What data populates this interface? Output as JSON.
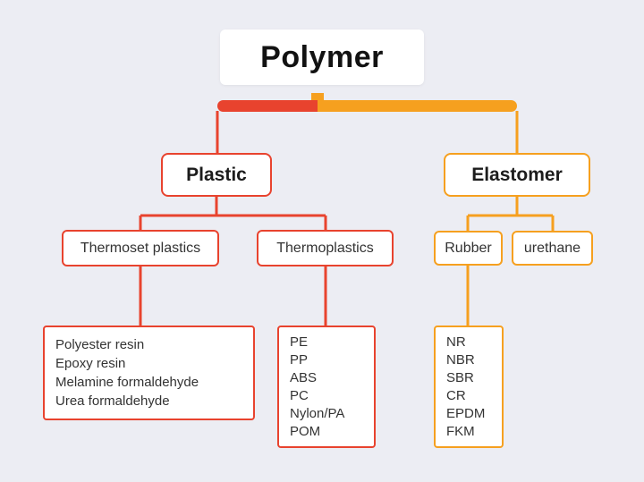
{
  "title": "Polymer",
  "colors": {
    "red": "#e8432e",
    "orange": "#f6a01f",
    "background": "#ecedf3",
    "box_bg": "#ffffff",
    "text": "#2f2f2f"
  },
  "nodes": {
    "plastic": "Plastic",
    "elastomer": "Elastomer",
    "thermoset": "Thermoset plastics",
    "thermoplastics": "Thermoplastics",
    "rubber": "Rubber",
    "urethane": "urethane"
  },
  "lists": {
    "thermoset": [
      "Polyester resin",
      "Epoxy resin",
      "Melamine formaldehyde",
      "Urea formaldehyde"
    ],
    "thermoplastics": [
      "PE",
      "PP",
      "ABS",
      "PC",
      "Nylon/PA",
      "POM"
    ],
    "rubber": [
      "NR",
      "NBR",
      "SBR",
      "CR",
      "EPDM",
      "FKM"
    ]
  }
}
